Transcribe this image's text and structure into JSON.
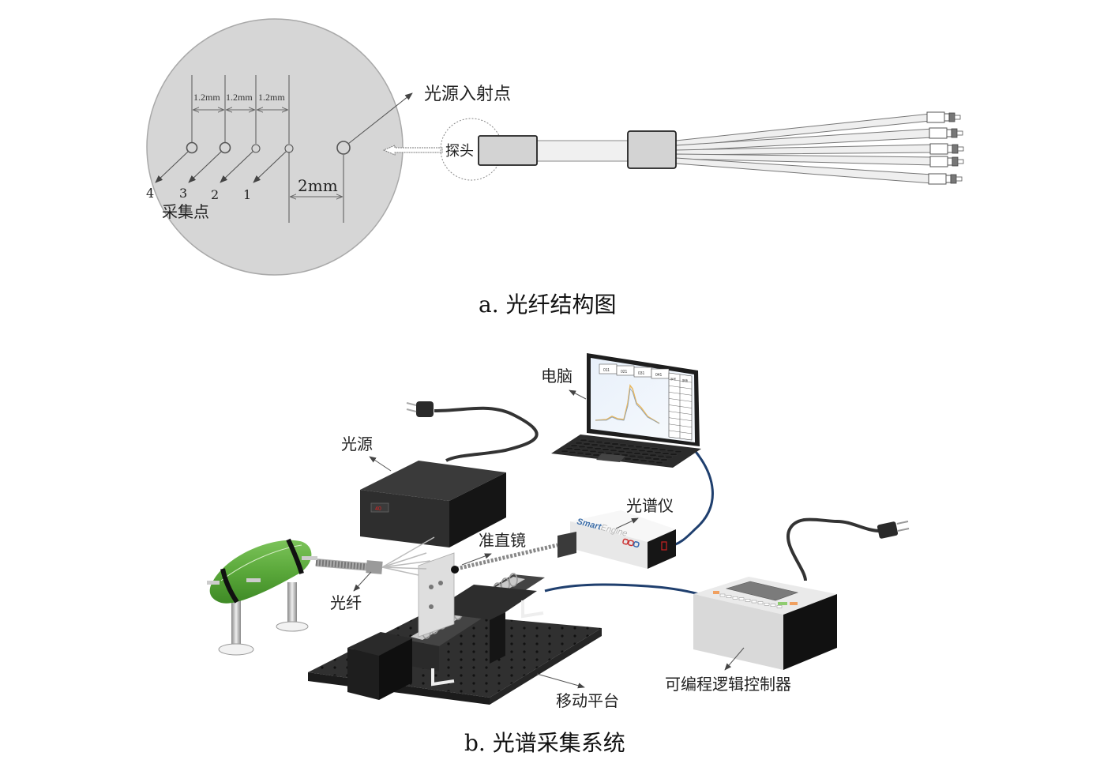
{
  "panel_a": {
    "caption": "a. 光纤结构图",
    "spacing_labels": [
      "1.2mm",
      "1.2mm",
      "1.2mm"
    ],
    "distance_label": "2mm",
    "collection_point_numbers": [
      "4",
      "3",
      "2",
      "1"
    ],
    "collection_points_label": "采集点",
    "light_incidence_label": "光源入射点",
    "probe_label": "探头",
    "fiber_branch_count": 5
  },
  "panel_b": {
    "caption": "b. 光谱采集系统",
    "labels": {
      "computer": "电脑",
      "light_source": "光源",
      "spectrometer": "光谱仪",
      "collimator": "准直镜",
      "fiber": "光纤",
      "moving_platform": "移动平台",
      "plc": "可编程逻辑控制器"
    },
    "light_source_display": "40",
    "spectrometer_brand": {
      "part1": "Smart",
      "part2": "Engine"
    },
    "laptop_screen": {
      "tabs": [
        "011",
        "021",
        "031",
        "041"
      ],
      "table_headers": [
        "序号",
        "数值"
      ]
    }
  },
  "colors": {
    "fiber_face": "#d4d4d4",
    "cucumber_green": "#5cab3c",
    "cable_blue": "#1f3f6e",
    "dark_device": "#2a2a2a",
    "plc_body": "#dcdcdc"
  }
}
